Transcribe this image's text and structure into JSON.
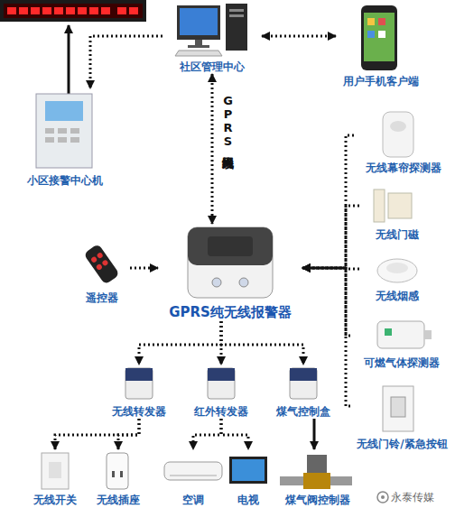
{
  "diagram": {
    "nodes": [
      {
        "text": [
          "社区管理中心"
        ]
      },
      {
        "text": [
          "用户手机客户端"
        ]
      },
      {
        "text": [
          "小区接警中心机"
        ]
      },
      {
        "text": [
          "无线幕帘探测器"
        ]
      },
      {
        "text": [
          "无线门磁"
        ]
      },
      {
        "text": [
          "遥控器"
        ]
      },
      {
        "text": [
          "GPRS纯无线报警器"
        ]
      },
      {
        "text": [
          "无线烟感"
        ]
      },
      {
        "text": [
          "可燃气体探测器"
        ]
      },
      {
        "text": [
          "无线转发器"
        ]
      },
      {
        "text": [
          "红外转发器"
        ]
      },
      {
        "text": [
          "煤气控制盒"
        ]
      },
      {
        "text": [
          "无线门铃/紧急按钮"
        ]
      },
      {
        "text": [
          "无线开关"
        ]
      },
      {
        "text": [
          "无线插座"
        ]
      },
      {
        "text": [
          "空调"
        ]
      },
      {
        "text": [
          "电视"
        ]
      },
      {
        "text": [
          "煤气阀控制器"
        ]
      }
    ],
    "edges": [
      {
        "from": 0,
        "to": 2,
        "arrow": "to"
      },
      {
        "from": 0,
        "to": 1,
        "arrow": "both"
      },
      {
        "from": 0,
        "to": 6,
        "label": "GPRS无线网络",
        "arrow": "both"
      },
      {
        "from": 5,
        "to": 6,
        "arrow": "to"
      },
      {
        "from": 3,
        "to": 6,
        "arrow": "to"
      },
      {
        "from": 4,
        "to": 6,
        "arrow": "to"
      },
      {
        "from": 7,
        "to": 6,
        "arrow": "to"
      },
      {
        "from": 8,
        "to": 6,
        "arrow": "to"
      },
      {
        "from": 12,
        "to": 6,
        "arrow": "to"
      },
      {
        "from": 6,
        "to": 9,
        "arrow": "to"
      },
      {
        "from": 6,
        "to": 10,
        "arrow": "to"
      },
      {
        "from": 6,
        "to": 11,
        "arrow": "to"
      },
      {
        "from": 9,
        "to": 13,
        "arrow": "to"
      },
      {
        "from": 9,
        "to": 14,
        "arrow": "to"
      },
      {
        "from": 10,
        "to": 15,
        "arrow": "to"
      },
      {
        "from": 10,
        "to": 16,
        "arrow": "to"
      },
      {
        "from": 11,
        "to": 17,
        "arrow": "to"
      }
    ],
    "labels": [
      "永泰传媒"
    ]
  }
}
